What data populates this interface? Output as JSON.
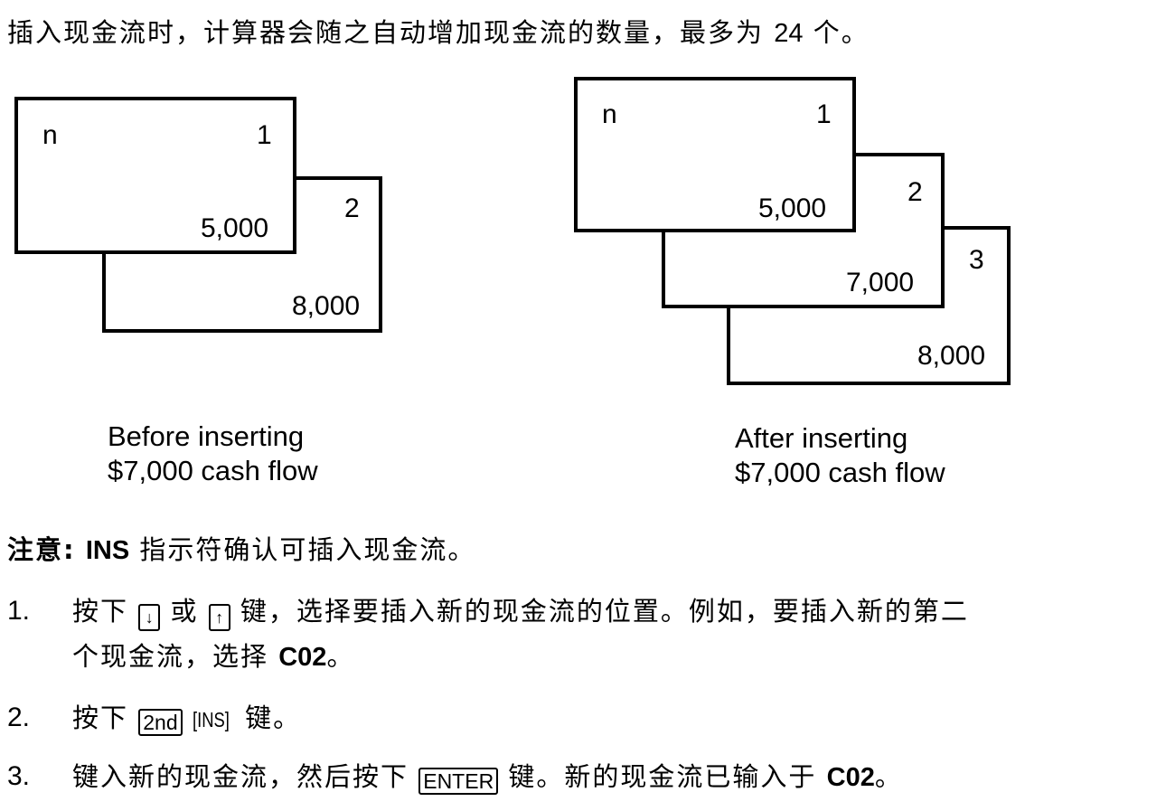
{
  "intro": {
    "text_a": "插入现金流时，计算器会随之自动增加现金流的数量，最多为",
    "number": "24",
    "text_b": "个。"
  },
  "before": {
    "card1": {
      "label": "n",
      "index": "1",
      "value": "5,000"
    },
    "card2": {
      "index": "2",
      "value": "8,000"
    },
    "caption_line1": "Before inserting",
    "caption_line2": "$7,000 cash flow"
  },
  "after": {
    "card1": {
      "label": "n",
      "index": "1",
      "value": "5,000"
    },
    "card2": {
      "index": "2",
      "value": "7,000"
    },
    "card3": {
      "index": "3",
      "value": "8,000"
    },
    "caption_line1": "After inserting",
    "caption_line2": "$7,000 cash flow"
  },
  "note": {
    "label": "注意:",
    "indicator": "INS",
    "text": "指示符确认可插入现金流。"
  },
  "steps": [
    {
      "number": "1.",
      "press": "按下",
      "key_down": "↓",
      "or": "或",
      "key_up": "↑",
      "text_a": "键，选择要插入新的现金流的位置。例如，要插入新的第二",
      "text_b": "个现金流，选择",
      "code": "C02",
      "end": "。"
    },
    {
      "number": "2.",
      "press": "按下",
      "key_2nd": "2nd",
      "key_ins": "[INS]",
      "text": "键。"
    },
    {
      "number": "3.",
      "text_a": "键入新的现金流，然后按下",
      "key_enter": "ENTER",
      "text_b": "键。新的现金流已输入于",
      "code": "C02",
      "end": "。"
    }
  ]
}
